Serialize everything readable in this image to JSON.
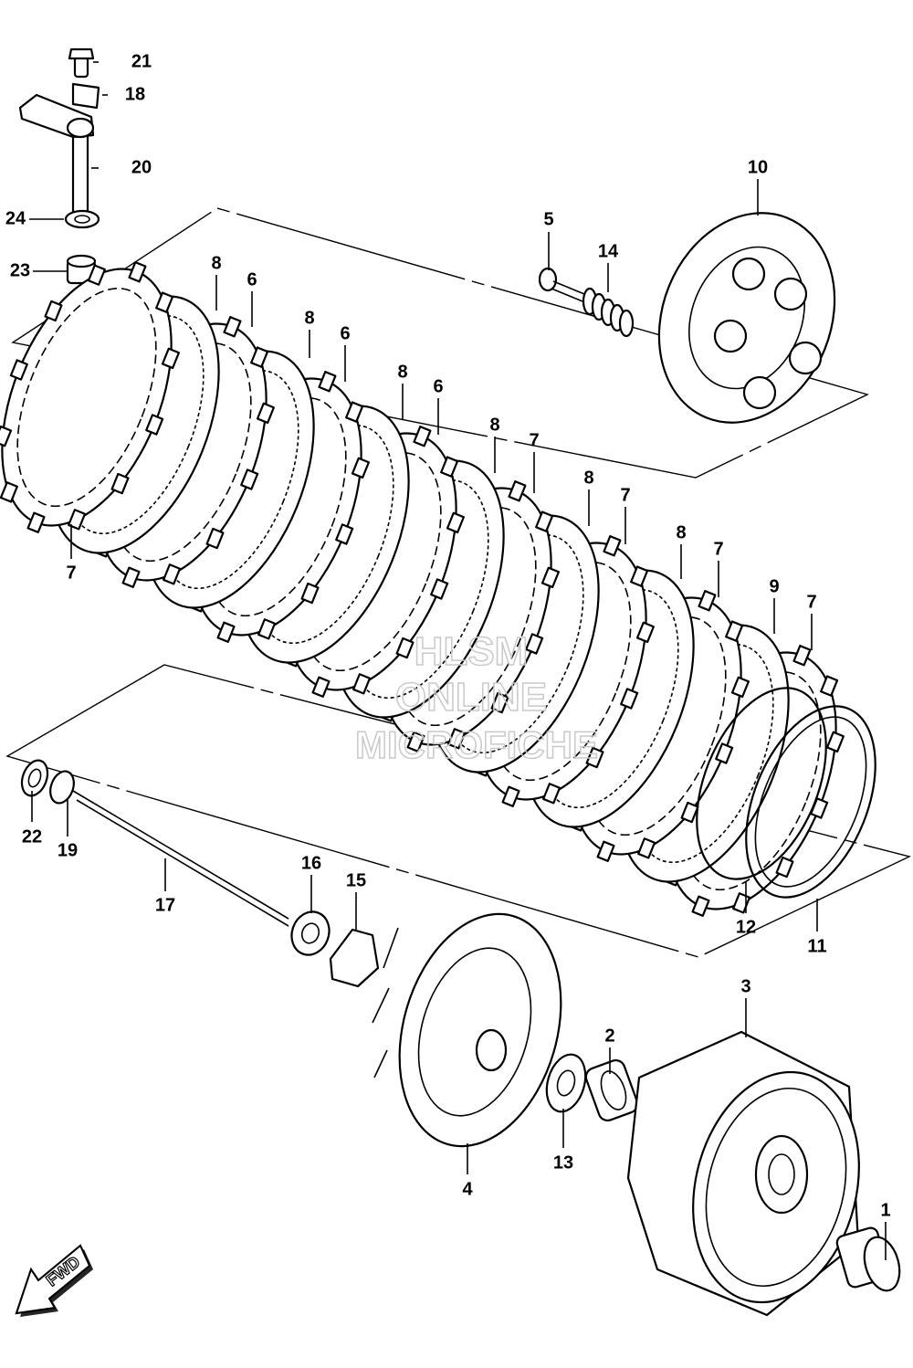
{
  "diagram": {
    "callouts": [
      "21",
      "18",
      "20",
      "24",
      "23",
      "10",
      "5",
      "14",
      "8",
      "6",
      "8",
      "6",
      "8",
      "6",
      "8",
      "7",
      "8",
      "7",
      "8",
      "7",
      "9",
      "7",
      "7",
      "22",
      "19",
      "17",
      "16",
      "15",
      "12",
      "11",
      "3",
      "2",
      "4",
      "13",
      "1"
    ],
    "watermark": [
      "HLSM",
      "ONLINE",
      "MICROFICHE"
    ],
    "direction_arrow": "FWD",
    "colors": {
      "line": "#000000",
      "background": "#ffffff",
      "watermark": "#c9c9c9"
    }
  }
}
